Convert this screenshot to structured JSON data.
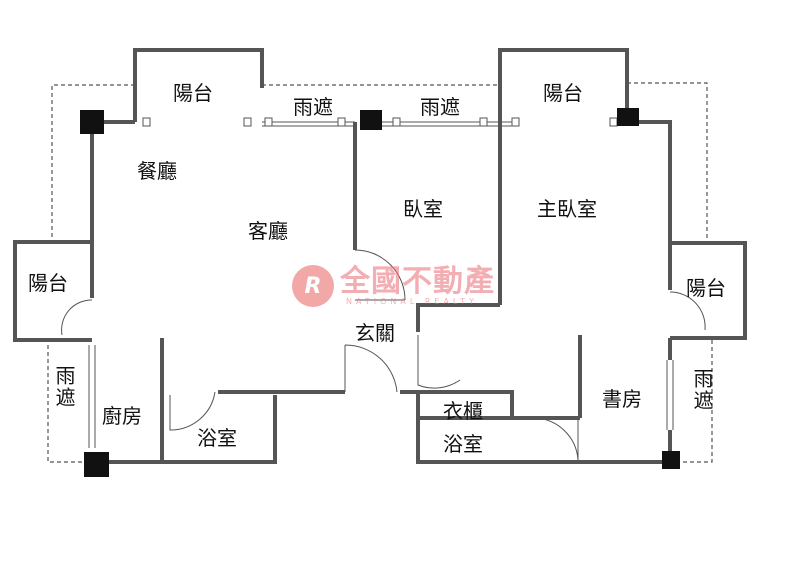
{
  "rooms": {
    "balcony_top_left": "陽台",
    "balcony_top_right": "陽台",
    "balcony_left": "陽台",
    "balcony_right": "陽台",
    "canopy_top_left": "雨遮",
    "canopy_top_right": "雨遮",
    "canopy_left": "雨遮",
    "canopy_right": "雨遮",
    "dining": "餐廳",
    "living": "客廳",
    "bedroom": "臥室",
    "master_bedroom": "主臥室",
    "entrance": "玄關",
    "kitchen": "廚房",
    "bathroom_1": "浴室",
    "bathroom_2": "浴室",
    "wardrobe": "衣櫃",
    "study": "書房"
  },
  "watermark": {
    "name": "全國不動產",
    "english": "NATIONAL REALTY",
    "mark": "R"
  },
  "colors": {
    "wall": "#555555",
    "column": "#111111",
    "watermark": "#e8706e"
  }
}
